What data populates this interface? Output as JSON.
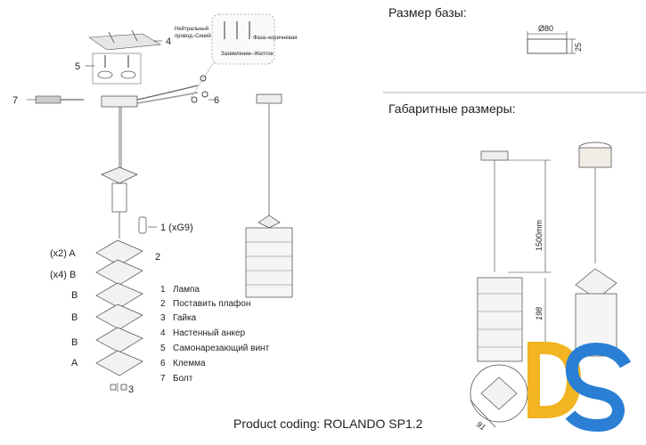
{
  "sections": {
    "base_size_title": "Размер базы:",
    "overall_size_title": "Габаритные размеры:"
  },
  "base_dims": {
    "diameter": "Ø80",
    "height": "25"
  },
  "overall_dims": {
    "cord": "1500mm",
    "body_height": "198",
    "body_width": "91"
  },
  "wiring_labels": {
    "neutral_line1": "Нейтральный",
    "neutral_line2": "провод–Синий",
    "phase": "Фаза–коричневая",
    "ground": "Заземление–Желтое"
  },
  "callouts": {
    "c4": "4",
    "c5": "5",
    "c6": "6",
    "c7": "7",
    "c1": "1 (xG9)",
    "c2": "2",
    "c3": "3",
    "a1": "(x2) A",
    "b1": "(x4) B",
    "b2": "B",
    "b3": "B",
    "b4": "B",
    "a2": "A"
  },
  "legend": [
    {
      "num": "1",
      "text": "Лампа"
    },
    {
      "num": "2",
      "text": "Поставить плафон"
    },
    {
      "num": "3",
      "text": "Гайка"
    },
    {
      "num": "4",
      "text": "Настенный анкер"
    },
    {
      "num": "5",
      "text": "Самонарезающий винт"
    },
    {
      "num": "6",
      "text": "Клемма"
    },
    {
      "num": "7",
      "text": "Болт"
    }
  ],
  "product_coding": "Product coding: ROLANDO SP1.2",
  "logo": {
    "text": "DS",
    "colors": {
      "d": "#f2b420",
      "s": "#2a7fd4"
    }
  }
}
